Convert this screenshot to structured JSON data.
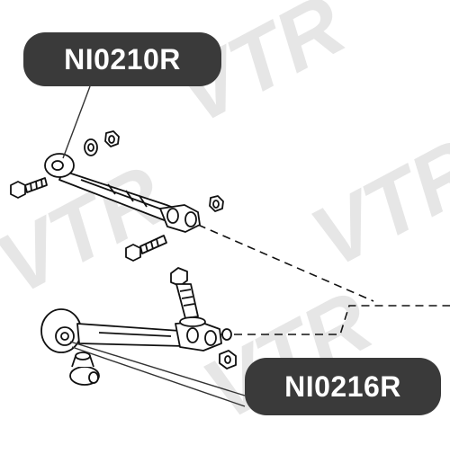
{
  "labels": {
    "upper_part": "NI0210R",
    "lower_part": "NI0216R"
  },
  "watermark": {
    "text": "VTR"
  },
  "colors": {
    "line": "#111111",
    "callout_bg": "#3a3a3a",
    "callout_text": "#ffffff",
    "watermark": "#e6e6e6"
  },
  "icons": {
    "parts": [
      "control-arm-icon",
      "bushing-icon",
      "bolt-icon",
      "nut-icon",
      "washer-icon"
    ]
  }
}
